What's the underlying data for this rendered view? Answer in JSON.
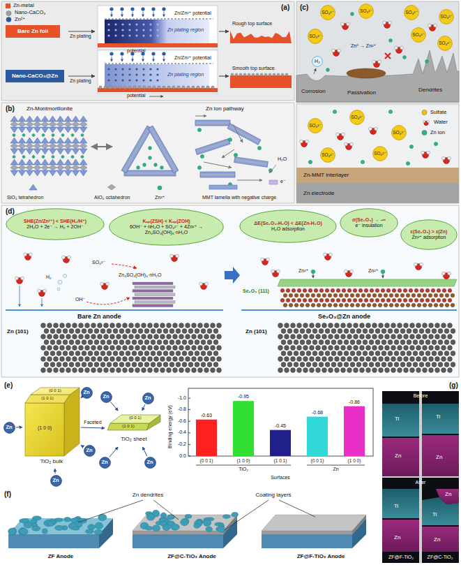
{
  "diagram": {
    "nodes": [
      {
        "text": [
          "Bare Zn foil"
        ]
      },
      {
        "text": [
          "Nano-CaCO₃@Zn"
        ]
      },
      {
        "text": [
          "SO₄²⁻"
        ]
      },
      {
        "text": [
          "SO₄²⁻"
        ]
      },
      {
        "text": [
          "SO₄²⁻"
        ]
      },
      {
        "text": [
          "SO₄²⁻"
        ]
      },
      {
        "text": [
          "SO₄²⁻"
        ]
      },
      {
        "text": [
          "SO₄²⁻"
        ]
      },
      {
        "text": [
          "SO₄²⁻"
        ]
      },
      {
        "text": [
          "H₂"
        ]
      },
      {
        "text": [
          "SO₄²⁻"
        ]
      },
      {
        "text": [
          "SO₄²⁻"
        ]
      },
      {
        "text": [
          "SO₄²⁻"
        ]
      },
      {
        "text": [
          "SO₄²⁻"
        ]
      },
      {
        "text": [
          "SO₄²⁻"
        ]
      },
      {
        "text": [
          "Zn-MMT interlayer"
        ]
      },
      {
        "text": [
          "Zn electrode"
        ]
      },
      {
        "text": [
          "SHE(Zn/Zn²⁺) < SHE(H₂/H⁺)",
          "2H₂O + 2e⁻ → H₂ + 2OH⁻"
        ]
      },
      {
        "text": [
          "Kₛₚ(ZSH) < Kₛₚ(ZOH)",
          "6OH⁻ + nH₂O + SO₄²⁻ + 4Zn²⁺ → Zn₄SO₄(OH)₆·nH₂O"
        ]
      },
      {
        "text": [
          "ΔE(Se₂O₃-H₂O) < ΔE(Zn-H₂O)",
          "H₂O adsorption"
        ]
      },
      {
        "text": [
          "σ(Se₂O₃) → -∞",
          "e⁻ insulation"
        ]
      },
      {
        "text": [
          "ε(Se₂O₃) > ε(Zn)",
          "Zn²⁺ adsorption"
        ]
      },
      {
        "text": [
          "(0 0 1)",
          "(1 0 1)",
          "(1 0 0)",
          "TiO₂ bulk"
        ]
      },
      {
        "text": [
          "Zn"
        ]
      },
      {
        "text": [
          "Zn"
        ]
      },
      {
        "text": [
          "Zn"
        ]
      },
      {
        "text": [
          "Zn"
        ]
      },
      {
        "text": [
          "(0 0 1)",
          "(1 0 1)",
          "TiO₂ sheet"
        ]
      },
      {
        "text": [
          "Zn"
        ]
      },
      {
        "text": [
          "Zn"
        ]
      },
      {
        "text": [
          "Zn"
        ]
      },
      {
        "text": [
          "Zn"
        ]
      }
    ],
    "edges": [
      {
        "from": 22,
        "to": 27,
        "label": "Faceted",
        "arrow": "to"
      },
      {
        "from": 23,
        "to": 22,
        "arrow": "to"
      },
      {
        "from": 24,
        "to": 22,
        "arrow": "to"
      },
      {
        "from": 25,
        "to": 22,
        "arrow": "to"
      },
      {
        "from": 26,
        "to": 22,
        "arrow": "to"
      },
      {
        "from": 28,
        "to": 27,
        "arrow": "to"
      },
      {
        "from": 29,
        "to": 27,
        "arrow": "to"
      },
      {
        "from": 30,
        "to": 27,
        "arrow": "to"
      },
      {
        "from": 31,
        "to": 27,
        "arrow": "to"
      }
    ],
    "labels": [
      "(a)",
      "Zn plating",
      "Zn/Zn²⁺ potential",
      "Zn plating region",
      "potential",
      "Rough top surface",
      "Zn plating",
      "Zn/Zn²⁺ potential",
      "Zn plating region",
      "potential",
      "Smooth top surface",
      "(b)",
      "Zn-Montmorillonite",
      "Zn Ion pathway",
      "H₂O",
      "e⁻",
      "SiO₄ tetrahedron",
      "AlO₆ octahedron",
      "Zn²⁺",
      "MMT lamella with negative charge",
      "(c)",
      "Zn⁰ → Zn²⁺",
      "Corrosion",
      "Passivation",
      "Dendrites",
      "(d)",
      "SO₄²⁻",
      "H₂",
      "OH⁻",
      "Zn₄SO₄(OH)₆·nH₂O",
      "Bare Zn anode",
      "Zn (101)",
      "Zn²⁺",
      "Zn²⁺",
      "Se₂O₃ (111)",
      "Se₂O₃@Zn anode",
      "Zn (101)",
      "(e)",
      "Binding energy (eV)",
      "-1.0",
      "-0.8",
      "-0.6",
      "-0.4",
      "-0.2",
      "0.0",
      "-0.63",
      "-0.95",
      "-0.45",
      "-0.68",
      "-0.86",
      "(0 0 1)",
      "(1 0 0)",
      "(1 0 1)",
      "(0 0 1)",
      "(1 0 0)",
      "TiO₂",
      "Zn",
      "Surfaces",
      "(g)",
      "Before",
      "Ti",
      "Zn",
      "Ti",
      "Zn",
      "After",
      "Ti",
      "Zn",
      "Zn",
      "Ti",
      "Zn",
      "ZF@F-TiO₂",
      "ZF@C-TiO₂",
      "(f)",
      "Zn dendrites",
      "Coating layers",
      "ZF Anode",
      "ZF@C-TiO₂ Anode",
      "ZF@F-TiO₂ Anode"
    ],
    "legend": [
      {
        "text": "Zn-metal",
        "color": "#e8502a"
      },
      {
        "text": "Nano-CaCO₃",
        "color": "#9e9e9e"
      },
      {
        "text": "Zn²⁺",
        "color": "#2c5aa0"
      },
      {
        "text": "Sulfate",
        "color": "#f2c200"
      },
      {
        "text": "Water"
      },
      {
        "text": "Zn ion",
        "color": "#2ab38a"
      }
    ]
  }
}
